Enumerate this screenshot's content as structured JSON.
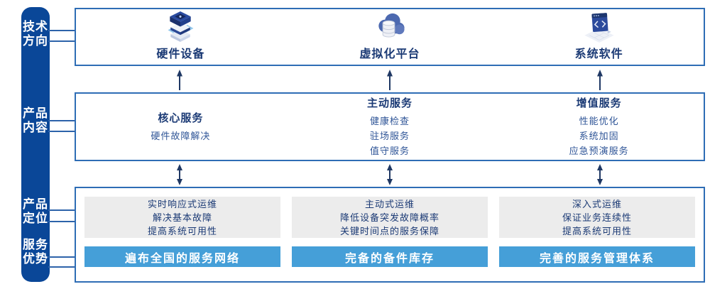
{
  "colors": {
    "sidebar_bg": "#0a4798",
    "box_border": "#2e6db5",
    "connector": "#2d63aa",
    "arrow": "#1f3864",
    "heading_text": "#1b3a75",
    "body_text": "#2f5597",
    "panel_bg": "#ececec",
    "bar_bg": "#459fd8",
    "bar_text": "#ffffff"
  },
  "sidebar": {
    "items": [
      {
        "label": "技术\n方向"
      },
      {
        "label": "产品\n内容"
      },
      {
        "label": "产品\n定位"
      },
      {
        "label": "服务\n优势"
      }
    ]
  },
  "tech_row": {
    "items": [
      {
        "icon": "server-stack-icon",
        "label": "硬件设备"
      },
      {
        "icon": "cloud-database-icon",
        "label": "虚拟化平台"
      },
      {
        "icon": "code-window-icon",
        "label": "系统软件"
      }
    ]
  },
  "content_row": {
    "columns": [
      {
        "heading": "核心服务",
        "lines": [
          "硬件故障解决"
        ]
      },
      {
        "heading": "主动服务",
        "lines": [
          "健康检查",
          "驻场服务",
          "值守服务"
        ]
      },
      {
        "heading": "增值服务",
        "lines": [
          "性能优化",
          "系统加固",
          "应急预演服务"
        ]
      }
    ]
  },
  "bottom_row": {
    "columns": [
      {
        "positioning": [
          "实时响应式运维",
          "解决基本故障",
          "提高系统可用性"
        ],
        "advantage": "遍布全国的服务网络"
      },
      {
        "positioning": [
          "主动式运维",
          "降低设备突发故障概率",
          "关键时间点的服务保障"
        ],
        "advantage": "完备的备件库存"
      },
      {
        "positioning": [
          "深入式运维",
          "保证业务连续性",
          "提高系统可用性"
        ],
        "advantage": "完善的服务管理体系"
      }
    ]
  }
}
